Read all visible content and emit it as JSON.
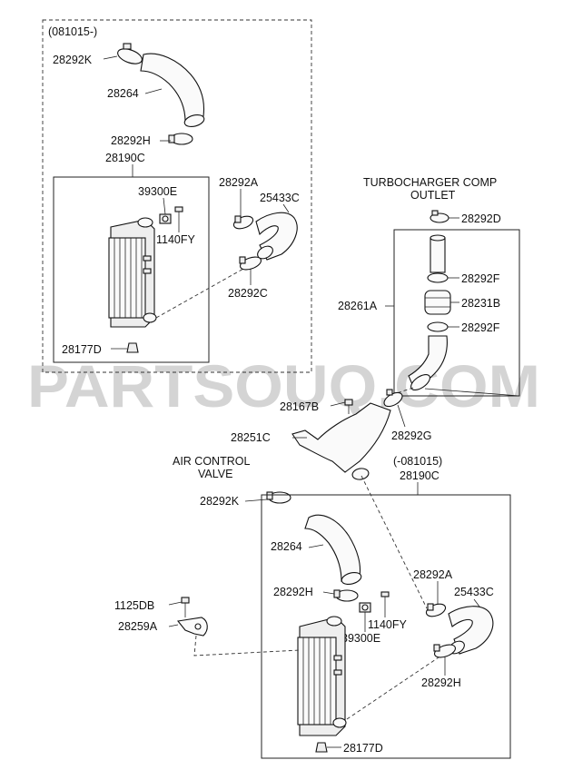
{
  "watermark": "PARTSOUQ.COM",
  "group_upper": {
    "date_range": "(081015-)",
    "assembly": "28190C",
    "labels": {
      "clamp_k": "28292K",
      "hose_upper": "28264",
      "clamp_h": "28292H",
      "sensor": "39300E",
      "bolt": "1140FY",
      "clamp_a": "28292A",
      "hose_outlet": "25433C",
      "clamp_c": "28292C",
      "drain": "28177D"
    }
  },
  "turbo": {
    "title_line1": "TURBOCHARGER COMP",
    "title_line2": "OUTLET",
    "clamp_d": "28292D",
    "assembly": "28261A",
    "clamp_f1": "28292F",
    "coupler": "28231B",
    "clamp_f2": "28292F"
  },
  "middle": {
    "bolt": "28167B",
    "pipe": "28251C",
    "clamp_g": "28292G",
    "air_control_line1": "AIR CONTROL",
    "air_control_line2": "VALVE",
    "clamp_k": "28292K"
  },
  "group_lower": {
    "date_range": "(-081015)",
    "assembly": "28190C",
    "labels": {
      "hose_upper": "28264",
      "clamp_h": "28292H",
      "bolt": "1140FY",
      "sensor": "39300E",
      "clamp_a": "28292A",
      "hose_outlet": "25433C",
      "clamp_h2": "28292H",
      "drain": "28177D"
    }
  },
  "bracket": {
    "bolt": "1125DB",
    "bracket": "28259A"
  }
}
